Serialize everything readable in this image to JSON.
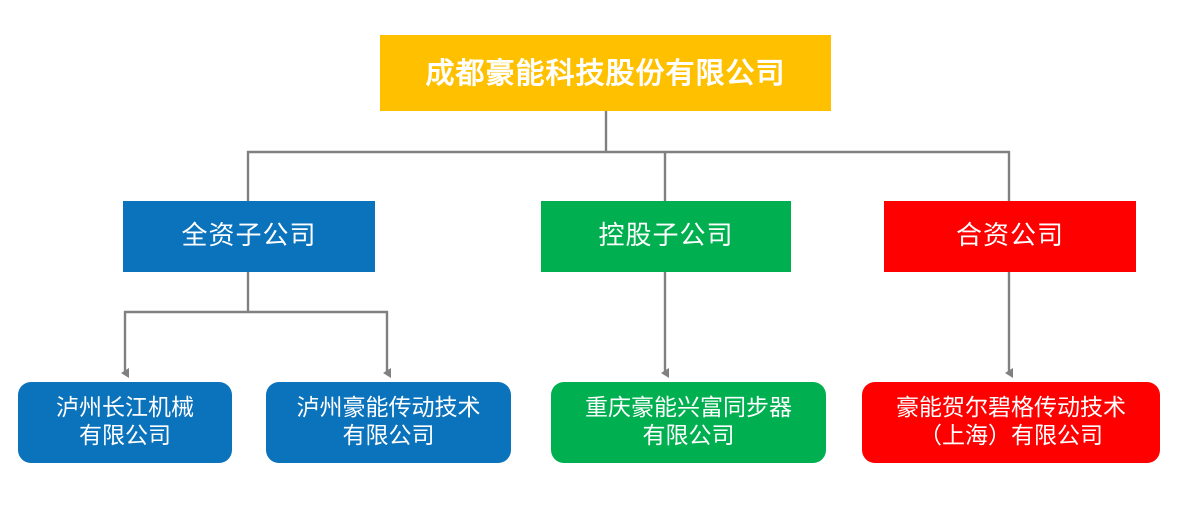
{
  "diagram": {
    "type": "organization-chart",
    "title_node": {
      "label": "成都豪能科技股份有限公司",
      "color": "#FFC000",
      "text_color": "#FFFFFF"
    },
    "categories": [
      {
        "id": "wholly-owned",
        "label": "全资子公司",
        "color": "#0B72BC",
        "text_color": "#FFFFFF"
      },
      {
        "id": "holding",
        "label": "控股子公司",
        "color": "#00B050",
        "text_color": "#FFFFFF"
      },
      {
        "id": "joint-venture",
        "label": "合资公司",
        "color": "#FF0000",
        "text_color": "#FFFFFF"
      }
    ],
    "subsidiaries": [
      {
        "id": "luzhou-changjiang",
        "parent": "wholly-owned",
        "label": "泸州长江机械\n有限公司",
        "color": "#0B72BC"
      },
      {
        "id": "luzhou-haoneng",
        "parent": "wholly-owned",
        "label": "泸州豪能传动技术\n有限公司",
        "color": "#0B72BC"
      },
      {
        "id": "chongqing-xingfu",
        "parent": "holding",
        "label": "重庆豪能兴富同步器\n有限公司",
        "color": "#00B050"
      },
      {
        "id": "haoneng-hoerbiger",
        "parent": "joint-venture",
        "label": "豪能贺尔碧格传动技术\n（上海）有限公司",
        "color": "#FF0000"
      }
    ],
    "connector_color": "#808080"
  }
}
